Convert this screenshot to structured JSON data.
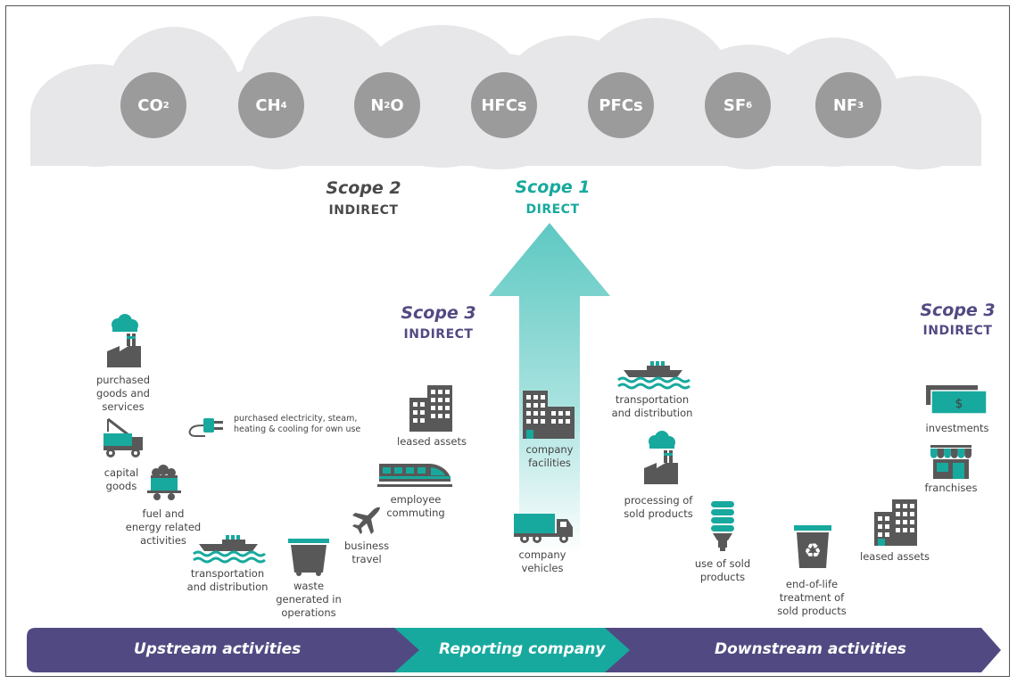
{
  "gases": [
    {
      "base": "CO",
      "sub": "2"
    },
    {
      "base": "CH",
      "sub": "4"
    },
    {
      "base": "N",
      "sub": "2",
      "tail": "O"
    },
    {
      "base": "HFCs",
      "sub": ""
    },
    {
      "base": "PFCs",
      "sub": ""
    },
    {
      "base": "SF",
      "sub": "6"
    },
    {
      "base": "NF",
      "sub": "3"
    }
  ],
  "scopes": {
    "scope2": {
      "title": "Scope 2",
      "subtitle": "INDIRECT"
    },
    "scope1": {
      "title": "Scope 1",
      "subtitle": "DIRECT"
    },
    "scope3_up": {
      "title": "Scope 3",
      "subtitle": "INDIRECT"
    },
    "scope3_down": {
      "title": "Scope 3",
      "subtitle": "INDIRECT"
    }
  },
  "upstream": {
    "purchased_goods": "purchased\ngoods and\nservices",
    "capital_goods": "capital\ngoods",
    "fuel_energy": "fuel and\nenergy related\nactivities",
    "transport": "transportation\nand distribution",
    "waste": "waste\ngenerated in\noperations",
    "business_travel": "business\ntravel",
    "employee_commuting": "employee\ncommuting",
    "leased_assets": "leased assets",
    "electricity": "purchased electricity, steam,\nheating & cooling for own use"
  },
  "company": {
    "facilities": "company\nfacilities",
    "vehicles": "company\nvehicles"
  },
  "downstream": {
    "transport": "transportation\nand distribution",
    "processing": "processing of\nsold products",
    "use": "use of sold\nproducts",
    "end_of_life": "end-of-life\ntreatment of\nsold products",
    "leased_assets": "leased assets",
    "franchises": "franchises",
    "investments": "investments"
  },
  "icons": {
    "investments_symbol": "$"
  },
  "band": {
    "upstream": "Upstream activities",
    "reporting": "Reporting company",
    "downstream": "Downstream activities"
  },
  "colors": {
    "teal": "#18a99e",
    "purple": "#514a82",
    "gray_icon": "#585858",
    "cloud": "#e7e7e9",
    "gas_circle": "#9b9b9b"
  }
}
